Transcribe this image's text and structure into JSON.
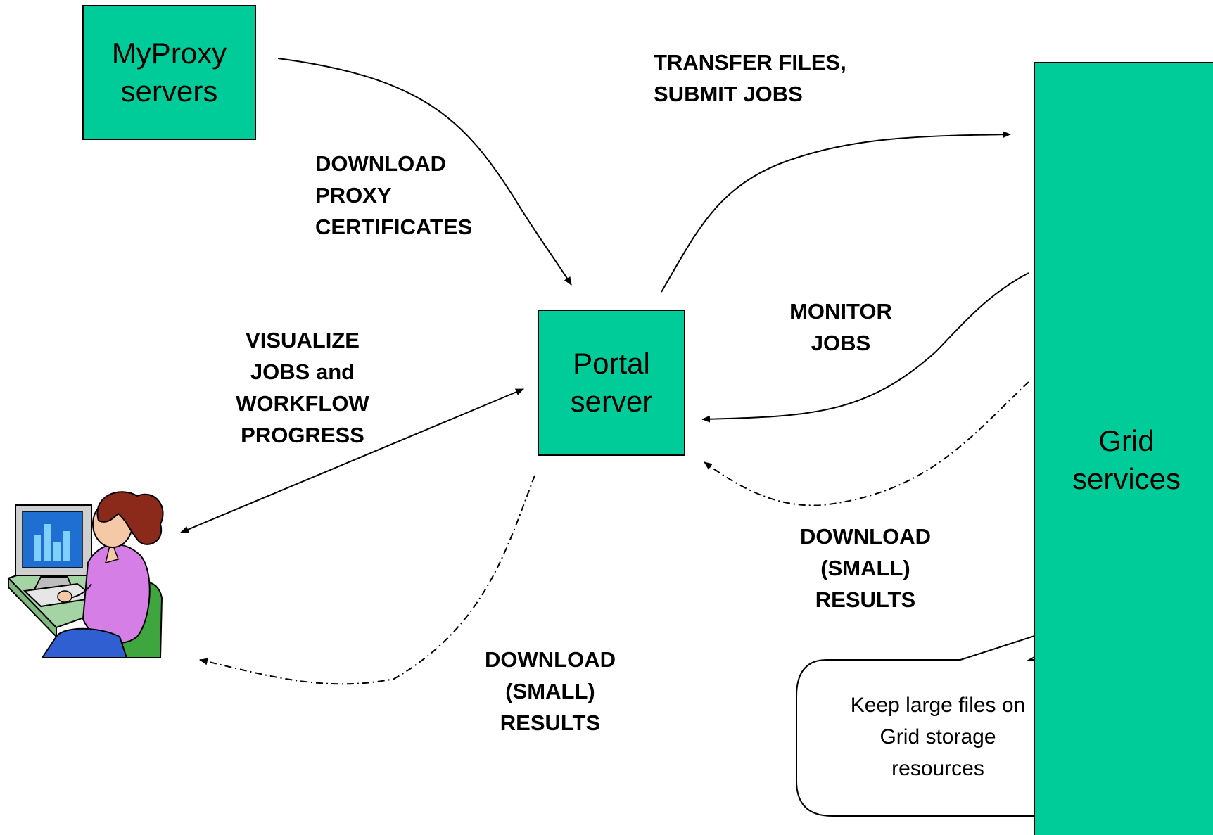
{
  "nodes": {
    "myproxy": {
      "line1": "MyProxy",
      "line2": "servers"
    },
    "portal": {
      "line1": "Portal",
      "line2": "server"
    },
    "grid": {
      "line1": "Grid",
      "line2": "services"
    }
  },
  "labels": {
    "transfer": {
      "line1": "TRANSFER FILES,",
      "line2": "SUBMIT JOBS"
    },
    "download_proxy": {
      "line1": "DOWNLOAD",
      "line2": "PROXY",
      "line3": "CERTIFICATES"
    },
    "visualize": {
      "line1": "VISUALIZE",
      "line2": "JOBS and",
      "line3": "WORKFLOW",
      "line4": "PROGRESS"
    },
    "monitor": {
      "line1": "MONITOR",
      "line2": "JOBS"
    },
    "download_right": {
      "line1": "DOWNLOAD",
      "line2": "(SMALL)",
      "line3": "RESULTS"
    },
    "download_bottom": {
      "line1": "DOWNLOAD",
      "line2": "(SMALL)",
      "line3": "RESULTS"
    }
  },
  "callout": {
    "line1": "Keep large files on",
    "line2": "Grid storage",
    "line3": "resources"
  },
  "colors": {
    "node_fill": "#00CC99",
    "stroke": "#000000"
  },
  "icons": {
    "user": "user-at-computer-icon"
  }
}
